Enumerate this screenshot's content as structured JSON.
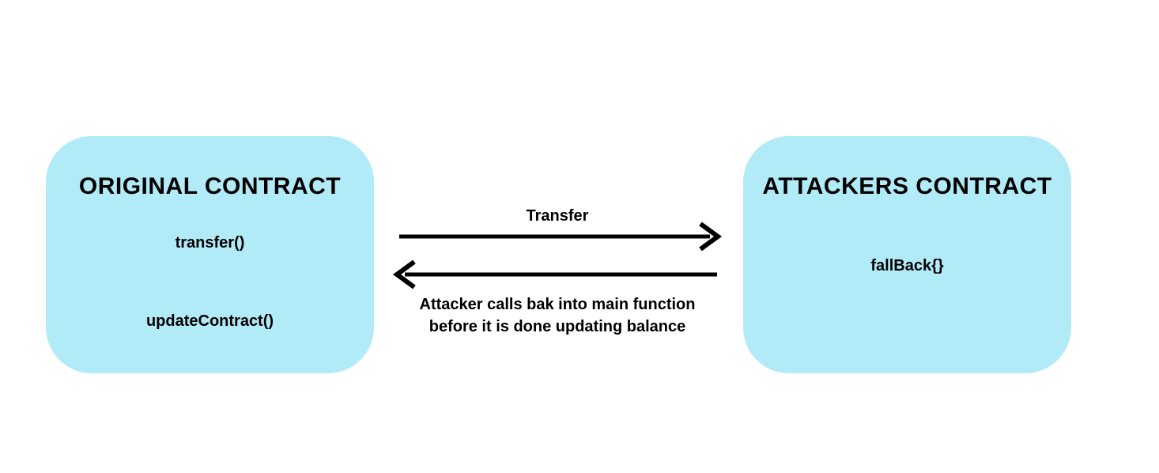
{
  "left_box": {
    "title": "ORIGINAL CONTRACT",
    "items": [
      "transfer()",
      "updateContract()"
    ]
  },
  "right_box": {
    "title": "ATTACKERS CONTRACT",
    "items": [
      "fallBack{}"
    ]
  },
  "arrows": {
    "forward_label": "Transfer",
    "return_caption_line1": "Attacker calls bak into main function",
    "return_caption_line2": "before it is done updating balance"
  },
  "colors": {
    "box_fill": "#b2ebf8",
    "text": "#000000",
    "background": "#ffffff",
    "arrow_stroke": "#000000"
  }
}
